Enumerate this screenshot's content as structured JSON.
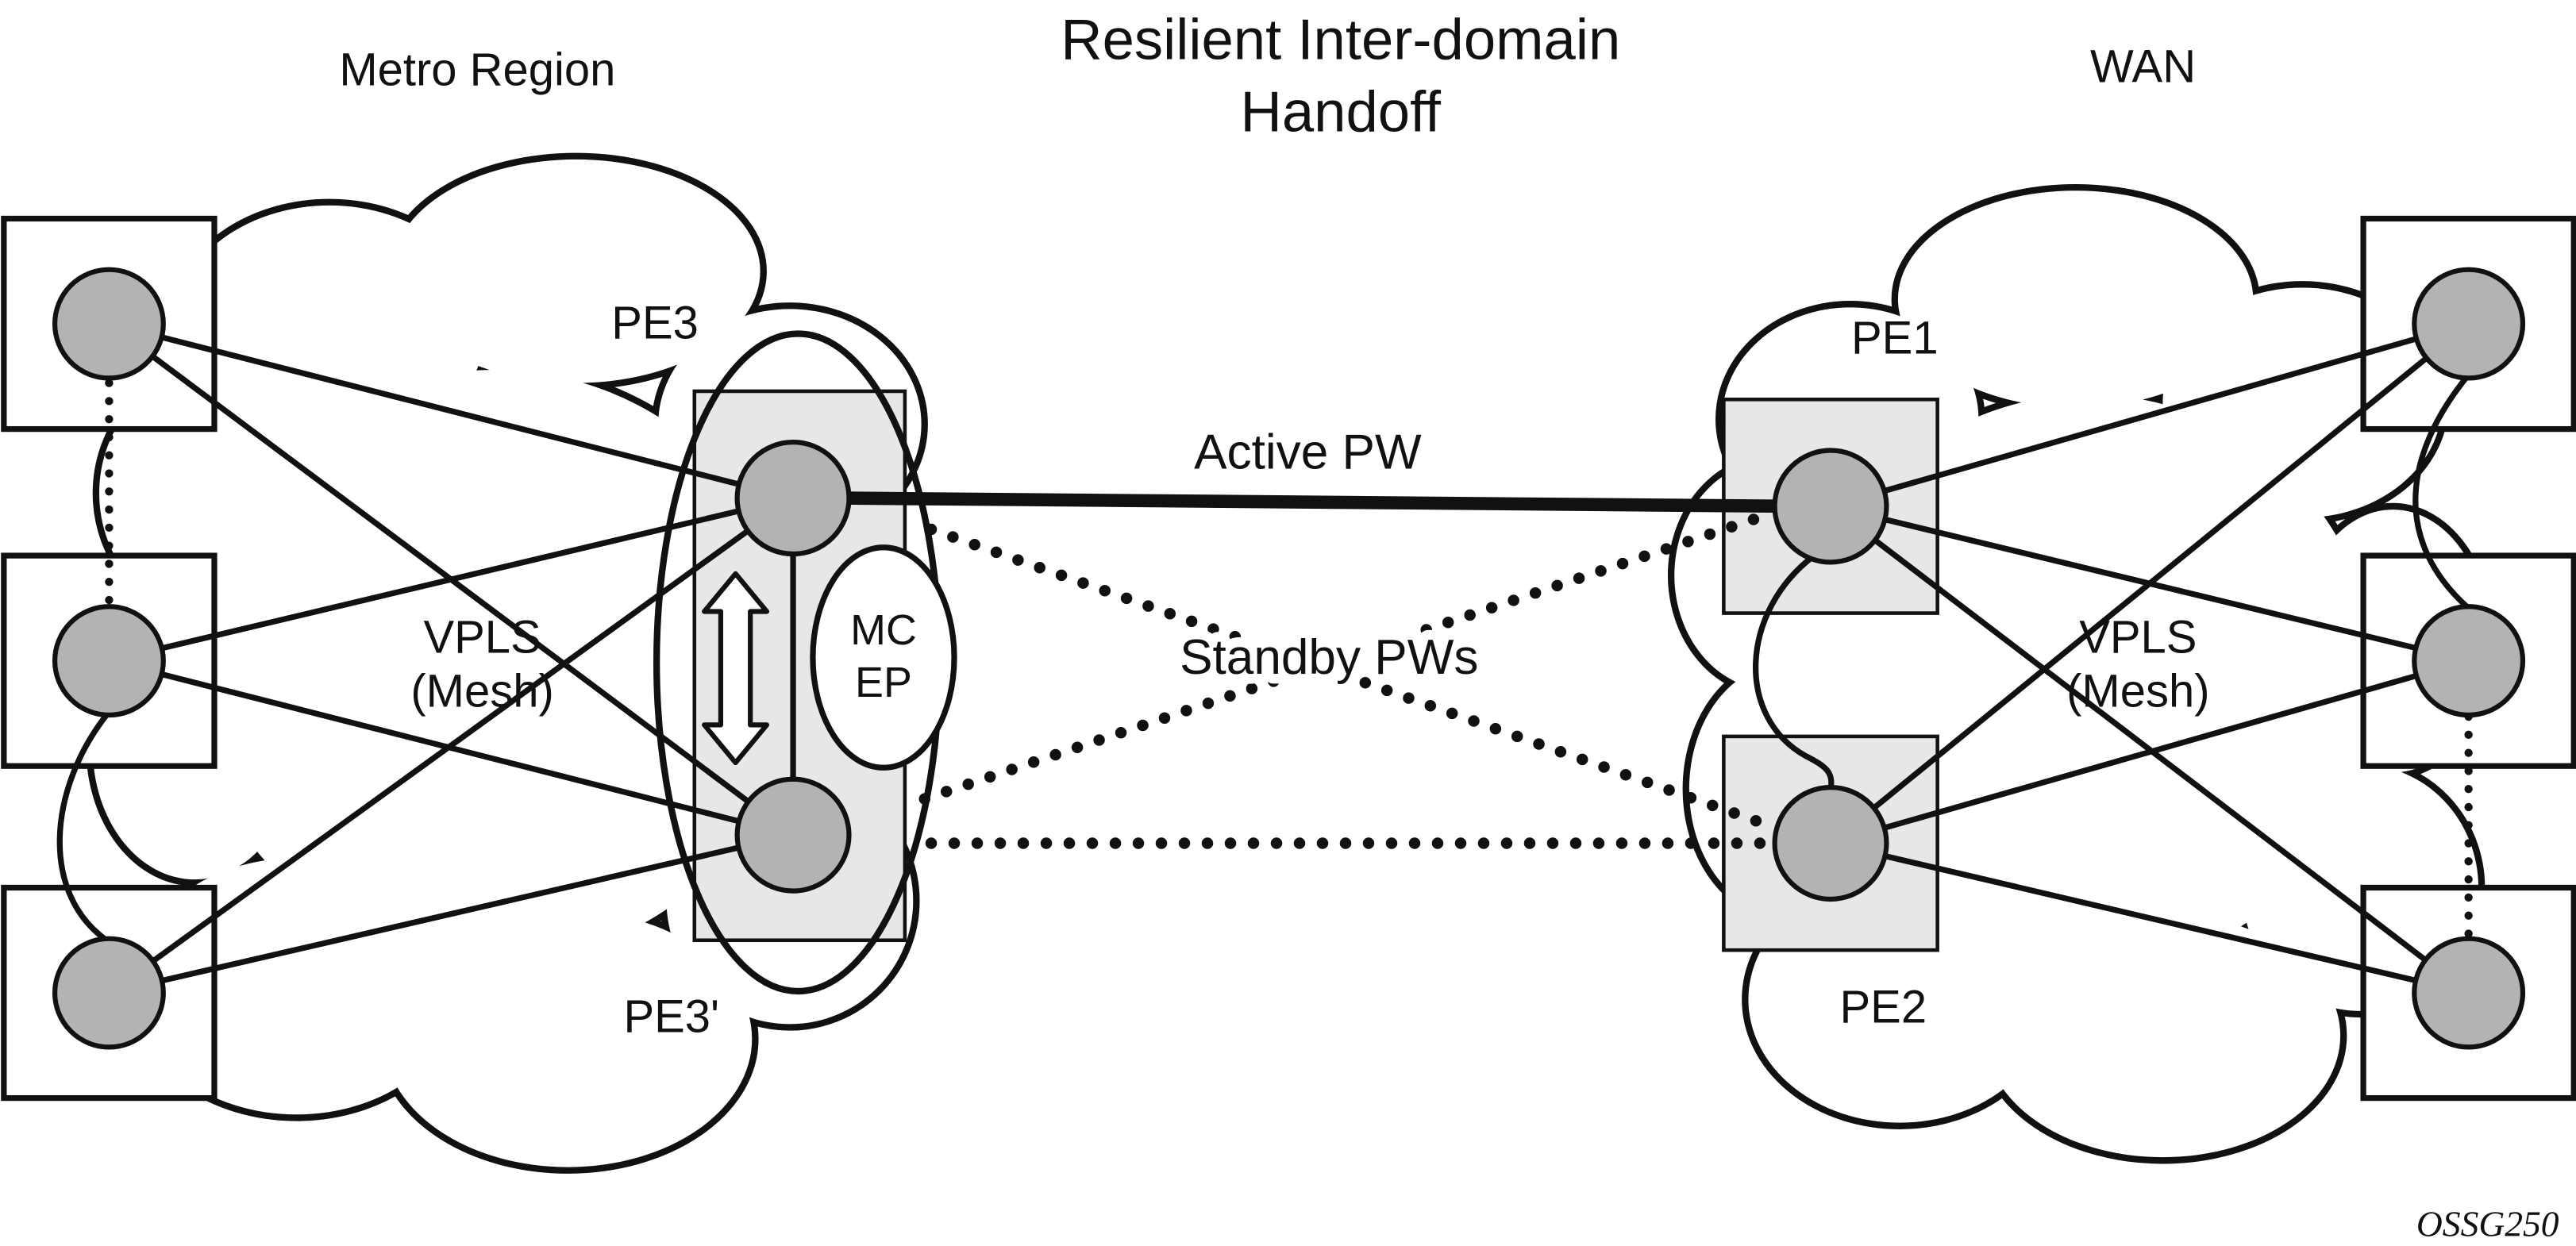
{
  "title": {
    "line1": "Resilient Inter-domain",
    "line2": "Handoff"
  },
  "regions": {
    "left": "Metro Region",
    "right": "WAN"
  },
  "metro": {
    "vpls_line1": "VPLS",
    "vpls_line2": "(Mesh)",
    "pe_top_label": "PE3",
    "pe_bottom_label": "PE3'"
  },
  "wan": {
    "vpls_line1": "VPLS",
    "vpls_line2": "(Mesh)",
    "pe_top_label": "PE1",
    "pe_bottom_label": "PE2"
  },
  "mc_ep": {
    "line1": "MC",
    "line2": "EP"
  },
  "pseudowires": {
    "active_label": "Active PW",
    "standby_label": "Standby PWs"
  },
  "watermark": "OSSG250",
  "colors": {
    "node_fill": "#b3b3b3",
    "pe_box_fill": "#e7e7e7",
    "line": "#111111",
    "background": "#ffffff"
  }
}
